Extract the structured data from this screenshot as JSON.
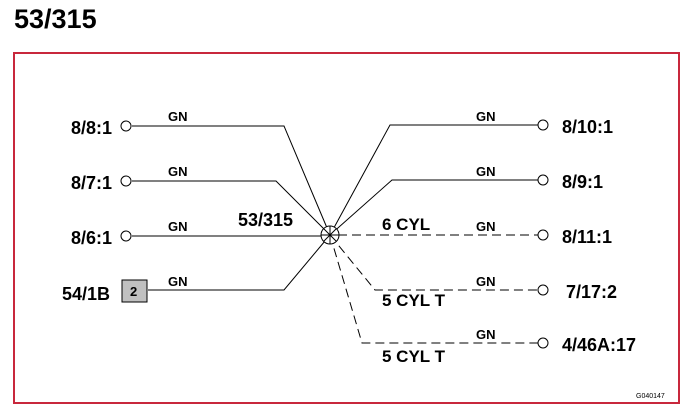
{
  "title": "53/315",
  "splice_label": "53/315",
  "colors": {
    "frame": "#c8283c",
    "connector_fill": "#c0c0c0"
  },
  "left_terminals": [
    {
      "label": "8/8:1",
      "wire": "GN"
    },
    {
      "label": "8/7:1",
      "wire": "GN"
    },
    {
      "label": "8/6:1",
      "wire": "GN"
    },
    {
      "label": "54/1B",
      "wire": "GN",
      "connector": "2"
    }
  ],
  "right_terminals": [
    {
      "label": "8/10:1",
      "wire": "GN"
    },
    {
      "label": "8/9:1",
      "wire": "GN"
    },
    {
      "label": "8/11:1",
      "wire": "GN",
      "variant": "6 CYL"
    },
    {
      "label": "7/17:2",
      "wire": "GN",
      "variant": "5 CYL T"
    },
    {
      "label": "4/46A:17",
      "wire": "GN",
      "variant": "5 CYL T"
    }
  ],
  "figure_code": "G040147"
}
